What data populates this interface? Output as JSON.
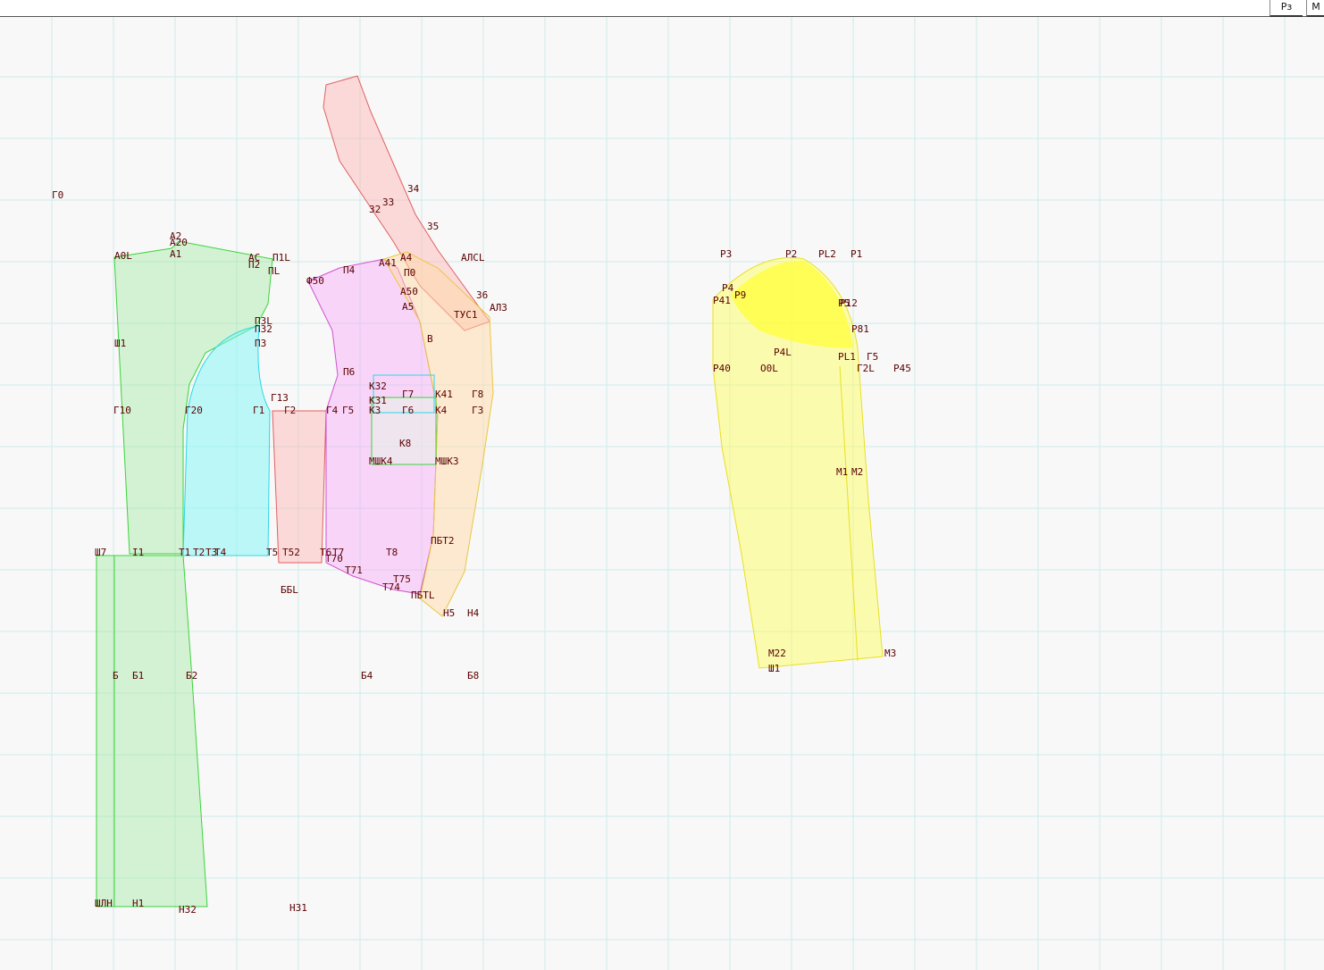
{
  "toolbar": {
    "buttons": [
      "Рз",
      "М"
    ]
  },
  "colors": {
    "background": "#f8f8f8",
    "grid": "#cfeaea",
    "label": "#5a0000",
    "piece_back": "#8fe88f",
    "piece_armhole": "#7ff5f5",
    "piece_collar": "#ffb3b3",
    "piece_front": "#f7a0f7",
    "piece_yoke": "#ffd9a8",
    "piece_sleeve": "#ffff55"
  },
  "labels": [
    "Г0",
    "A2",
    "A20",
    "A0L",
    "A1",
    "AC",
    "П1L",
    "П2",
    "ПL",
    "ПЗL",
    "ПЗ2",
    "П3",
    "Ш1",
    "Г10",
    "Г20",
    "Г1",
    "Г13",
    "Г2",
    "Г4",
    "Г3",
    "Г5",
    "Г6",
    "Г7",
    "Г8",
    "Ш7",
    "I1",
    "Т1",
    "Т2",
    "Т3",
    "Т4",
    "Т5",
    "Т6",
    "Т7",
    "Т8",
    "Т52",
    "Т70",
    "Т71",
    "Т75",
    "Т74",
    "Б",
    "Б1",
    "Б2",
    "Б4",
    "Б8",
    "ББL",
    "Н1",
    "Н31",
    "Н32",
    "ШЛН",
    "Н5",
    "Н4",
    "З2",
    "З3",
    "З4",
    "З5",
    "З6",
    "А41",
    "А4",
    "П0",
    "А50",
    "А5",
    "АЛЗ",
    "АЛСL",
    "Ф50",
    "П4",
    "П6",
    "К32",
    "К31",
    "К41",
    "К4",
    "К3",
    "К8",
    "МШК4",
    "МШК3",
    "ПБТ2",
    "ПБТL",
    "ТУС1",
    "В",
    "Р3",
    "Р2",
    "Р1",
    "РL2",
    "Р4",
    "Р5",
    "Р81",
    "Р9",
    "Р12",
    "Р4L",
    "РL1",
    "Г5",
    "Г2L",
    "Р45",
    "Р40",
    "Р41",
    "О0L",
    "М1",
    "М2",
    "М3",
    "М22",
    "Ш1"
  ]
}
